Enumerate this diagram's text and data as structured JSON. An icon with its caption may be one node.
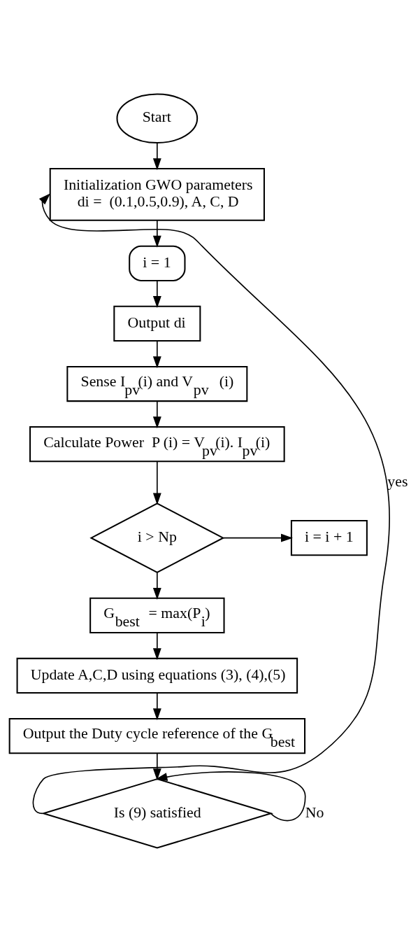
{
  "diagram": {
    "nodes": [
      {
        "text": [
          "Start"
        ]
      },
      {
        "text": [
          "Initialization GWO parameters",
          "di =  (0.1,0.5,0.9), A, C, D"
        ]
      },
      {
        "text": [
          "i = 1"
        ]
      },
      {
        "text": [
          "Output di"
        ]
      },
      {
        "text": [
          "Sense I$_{pv}$(i) and V$_{pv}$ (i)"
        ]
      },
      {
        "text": [
          "Calculate Power  P (i) = V$_{pv}$(i). I$_{pv}$(i)"
        ]
      },
      {
        "text": [
          "i > Np"
        ]
      },
      {
        "text": [
          "i = i + 1"
        ]
      },
      {
        "text": [
          "G$_{best}$ = max(P$_{i}$)"
        ]
      },
      {
        "text": [
          "Update A,C,D using equations (3), (4),(5)"
        ]
      },
      {
        "text": [
          "Output the Duty cycle reference of the G$_{best}$"
        ]
      },
      {
        "text": [
          "Is (9) satisfied"
        ]
      }
    ],
    "edges": [
      {
        "from": 0,
        "to": 1,
        "arrow": "to"
      },
      {
        "from": 1,
        "to": 2,
        "arrow": "to"
      },
      {
        "from": 2,
        "to": 3,
        "arrow": "to"
      },
      {
        "from": 3,
        "to": 4,
        "arrow": "to"
      },
      {
        "from": 4,
        "to": 5,
        "arrow": "to"
      },
      {
        "from": 5,
        "to": 6,
        "arrow": "to"
      },
      {
        "from": 6,
        "to": 7,
        "arrow": "to"
      },
      {
        "from": 6,
        "to": 8,
        "arrow": "to"
      },
      {
        "from": 8,
        "to": 9,
        "arrow": "to"
      },
      {
        "from": 9,
        "to": 10,
        "arrow": "to"
      },
      {
        "from": 10,
        "to": 11,
        "arrow": "to"
      },
      {
        "from": 11,
        "to": 1,
        "arrow": "to",
        "label": "yes"
      },
      {
        "from": 11,
        "to": 11,
        "arrow": "to",
        "label": "No"
      }
    ]
  }
}
